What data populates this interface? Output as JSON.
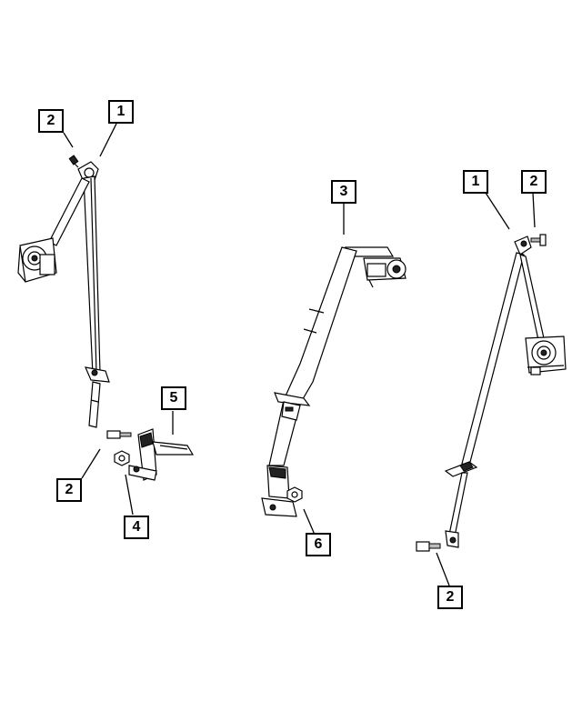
{
  "callouts": [
    {
      "id": "c1",
      "label": "1"
    },
    {
      "id": "c2",
      "label": "2"
    },
    {
      "id": "c3",
      "label": "2"
    },
    {
      "id": "c4",
      "label": "5"
    },
    {
      "id": "c5",
      "label": "4"
    },
    {
      "id": "c6",
      "label": "3"
    },
    {
      "id": "c7",
      "label": "6"
    },
    {
      "id": "c8",
      "label": "1"
    },
    {
      "id": "c9",
      "label": "2"
    },
    {
      "id": "c10",
      "label": "2"
    }
  ]
}
